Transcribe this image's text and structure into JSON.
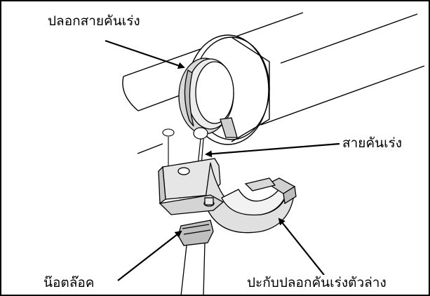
{
  "labels": {
    "throttle_cable_sleeve": "ปลอกสายคันเร่ง",
    "throttle_cable": "สายคันเร่ง",
    "lock_nut": "น๊อตล๊อค",
    "lower_sleeve_clamp": "ปะกับปลอกคันเร่งตัวล่าง"
  },
  "colors": {
    "line": "#000000",
    "background": "#ffffff"
  }
}
